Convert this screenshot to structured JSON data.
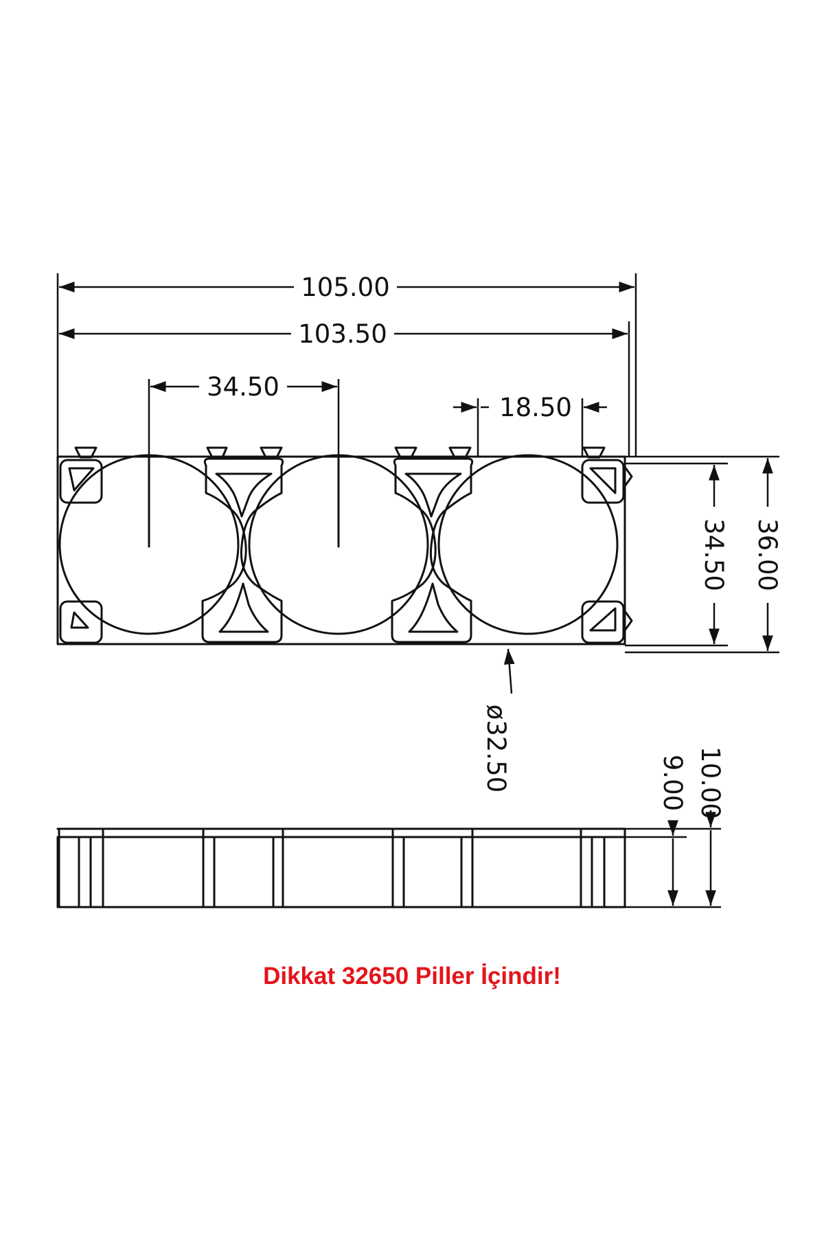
{
  "dimensions": {
    "overall_width": "105.00",
    "inner_width": "103.50",
    "cell_pitch": "34.50",
    "clip_width": "18.50",
    "inner_height": "34.50",
    "overall_height": "36.00",
    "cell_diameter": "ø32.50",
    "total_depth": "10.00",
    "base_depth": "9.00"
  },
  "warning": "Dikkat 32650 Piller İçindir!",
  "colors": {
    "line": "#111111",
    "warning": "#e4141b",
    "background": "#ffffff"
  }
}
